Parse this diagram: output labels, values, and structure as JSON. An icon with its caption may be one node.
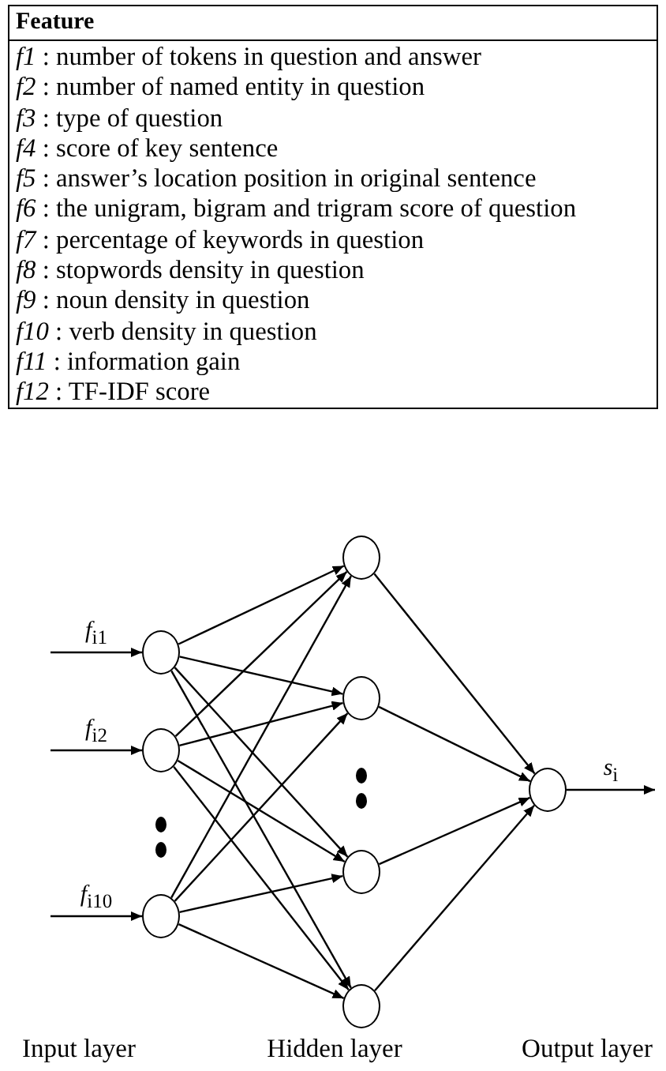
{
  "diagram": {
    "nodes": [
      {
        "text": [],
        "shape": "circle"
      },
      {
        "text": [],
        "shape": "circle"
      },
      {
        "text": [],
        "shape": "circle"
      },
      {
        "text": [],
        "shape": "circle"
      },
      {
        "text": [],
        "shape": "circle"
      },
      {
        "text": [],
        "shape": "circle"
      },
      {
        "text": [],
        "shape": "circle"
      },
      {
        "text": [],
        "shape": "circle"
      }
    ],
    "edges": [
      {
        "from": null,
        "to": 0,
        "arrow": "to",
        "label": "*f*$_{i1}$"
      },
      {
        "from": null,
        "to": 1,
        "arrow": "to",
        "label": "*f*$_{i2}$"
      },
      {
        "from": null,
        "to": 2,
        "arrow": "to",
        "label": "*f*$_{i10}$"
      },
      {
        "from": 0,
        "to": 3,
        "arrow": "to"
      },
      {
        "from": 0,
        "to": 4,
        "arrow": "to"
      },
      {
        "from": 0,
        "to": 5,
        "arrow": "to"
      },
      {
        "from": 0,
        "to": 6,
        "arrow": "to"
      },
      {
        "from": 1,
        "to": 3,
        "arrow": "to"
      },
      {
        "from": 1,
        "to": 4,
        "arrow": "to"
      },
      {
        "from": 1,
        "to": 5,
        "arrow": "to"
      },
      {
        "from": 1,
        "to": 6,
        "arrow": "to"
      },
      {
        "from": 2,
        "to": 3,
        "arrow": "to"
      },
      {
        "from": 2,
        "to": 4,
        "arrow": "to"
      },
      {
        "from": 2,
        "to": 5,
        "arrow": "to"
      },
      {
        "from": 2,
        "to": 6,
        "arrow": "to"
      },
      {
        "from": 3,
        "to": 7,
        "arrow": "to"
      },
      {
        "from": 4,
        "to": 7,
        "arrow": "to"
      },
      {
        "from": 5,
        "to": 7,
        "arrow": "to"
      },
      {
        "from": 6,
        "to": 7,
        "arrow": "to"
      },
      {
        "from": 7,
        "to": null,
        "arrow": "to",
        "label": "*s*$_{i}$"
      }
    ],
    "labels": [
      "Feature",
      "*f1* : number of tokens in question and answer",
      "*f2* : number of named entity in question",
      "*f3* : type of question",
      "*f4* : score of key sentence",
      "*f5* : answer’s location position in original sentence",
      "*f6* : the unigram, bigram and trigram score of question",
      "*f7* : percentage of keywords in question",
      "*f8* : stopwords density in question",
      "*f9* : noun density in question",
      "*f10* : verb density in question",
      "*f11* : information gain",
      "*f12* : TF-IDF score",
      "Input layer",
      "Hidden layer",
      "Output layer"
    ]
  }
}
